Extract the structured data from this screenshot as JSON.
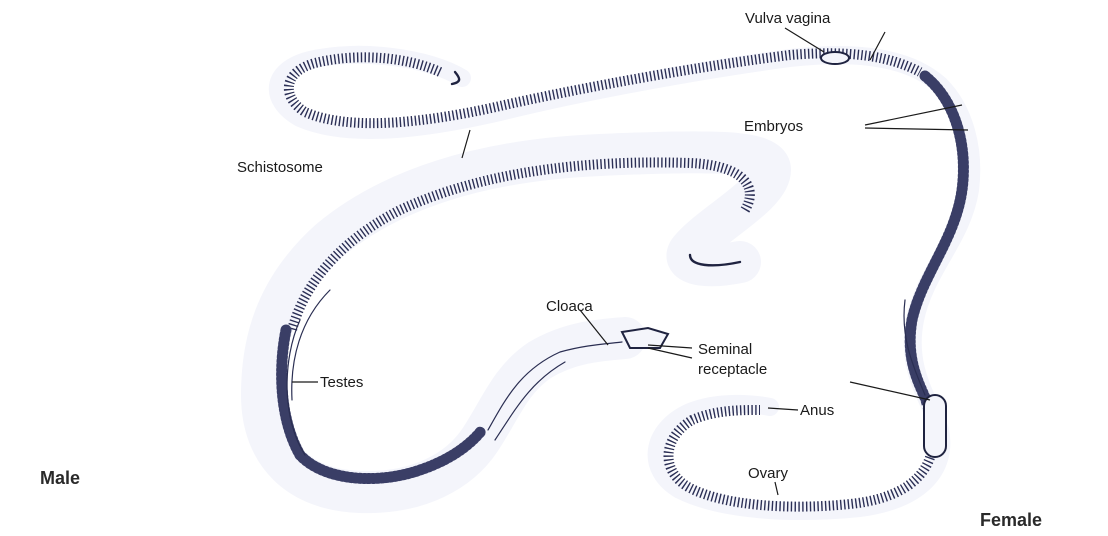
{
  "labels": {
    "vulva_vagina": "Vulva  vagina",
    "embryos": "Embryos",
    "schistosome": "Schistosome",
    "cloaca": "Cloaca",
    "seminal_line1": "Seminal",
    "seminal_line2": "receptacle",
    "testes": "Testes",
    "anus": "Anus",
    "ovary": "Ovary",
    "male": "Male",
    "female": "Female"
  },
  "colors": {
    "outline": "#1f2340",
    "body_fill": "#f4f5fb",
    "text": "#1a1a1a"
  }
}
